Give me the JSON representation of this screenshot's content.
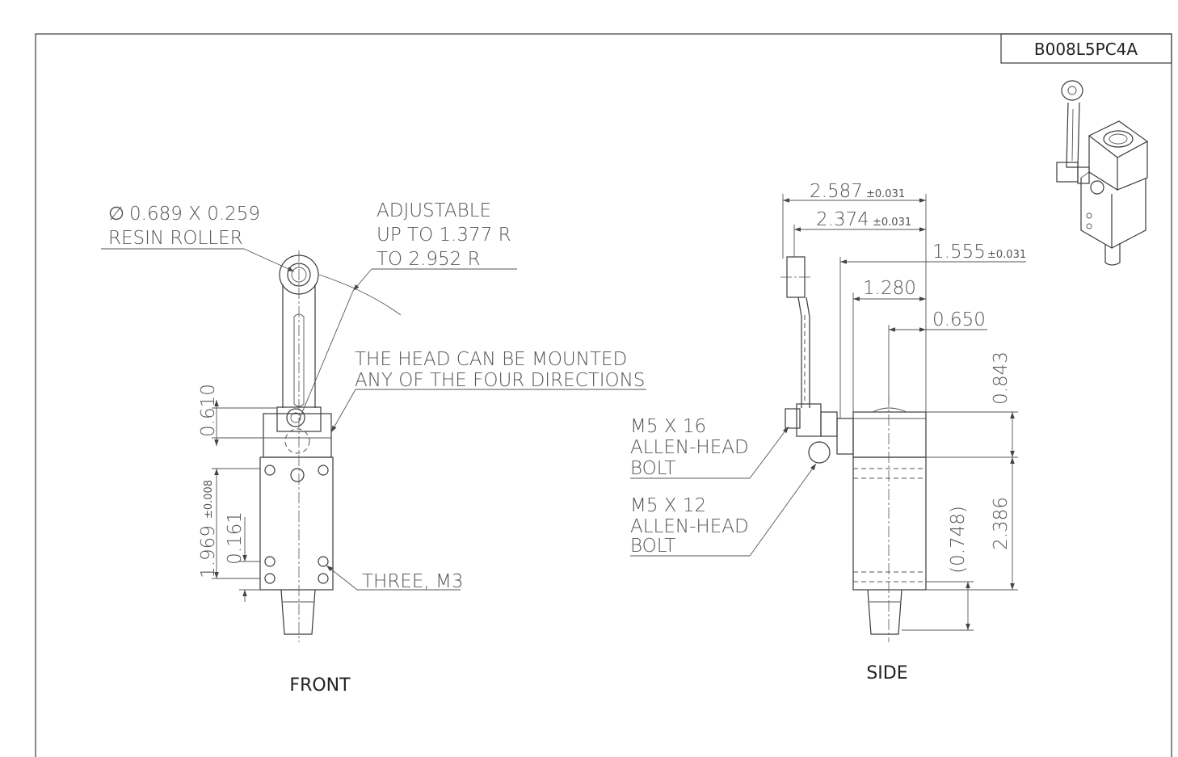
{
  "part_number": "B008L5PC4A",
  "front_view": {
    "title": "FRONT",
    "roller_note_line1": "0.689 X 0.259",
    "roller_note_line2": "RESIN ROLLER",
    "diameter_symbol": "∅",
    "adjust_note": [
      "ADJUSTABLE",
      "UP TO 1.377 R",
      "TO 2.952 R"
    ],
    "head_note": [
      "THE HEAD CAN BE MOUNTED",
      "ANY OF THE FOUR DIRECTIONS"
    ],
    "holes_note": "THREE, M3",
    "dim_head_height": "0.610",
    "dim_body_height": "1.969",
    "dim_body_height_tol": "±0.008",
    "dim_hole_offset": "0.161"
  },
  "side_view": {
    "title": "SIDE",
    "dim_overall_width": "2.587",
    "dim_overall_width_tol": "±0.031",
    "dim_arm_width": "2.374",
    "dim_arm_width_tol": "±0.031",
    "dim_head_width": "1.555",
    "dim_head_width_tol": "±0.031",
    "dim_body_width": "1.280",
    "dim_center_offset": "0.650",
    "dim_head_top": "0.843",
    "dim_body_length": "2.386",
    "dim_ref_length": "(0.748)",
    "bolt1_note": [
      "M5 X 16",
      "ALLEN-HEAD",
      "BOLT"
    ],
    "bolt2_note": [
      "M5 X 12",
      "ALLEN-HEAD",
      "BOLT"
    ]
  },
  "iso_view": {
    "icon": "limit-switch-isometric-icon"
  }
}
